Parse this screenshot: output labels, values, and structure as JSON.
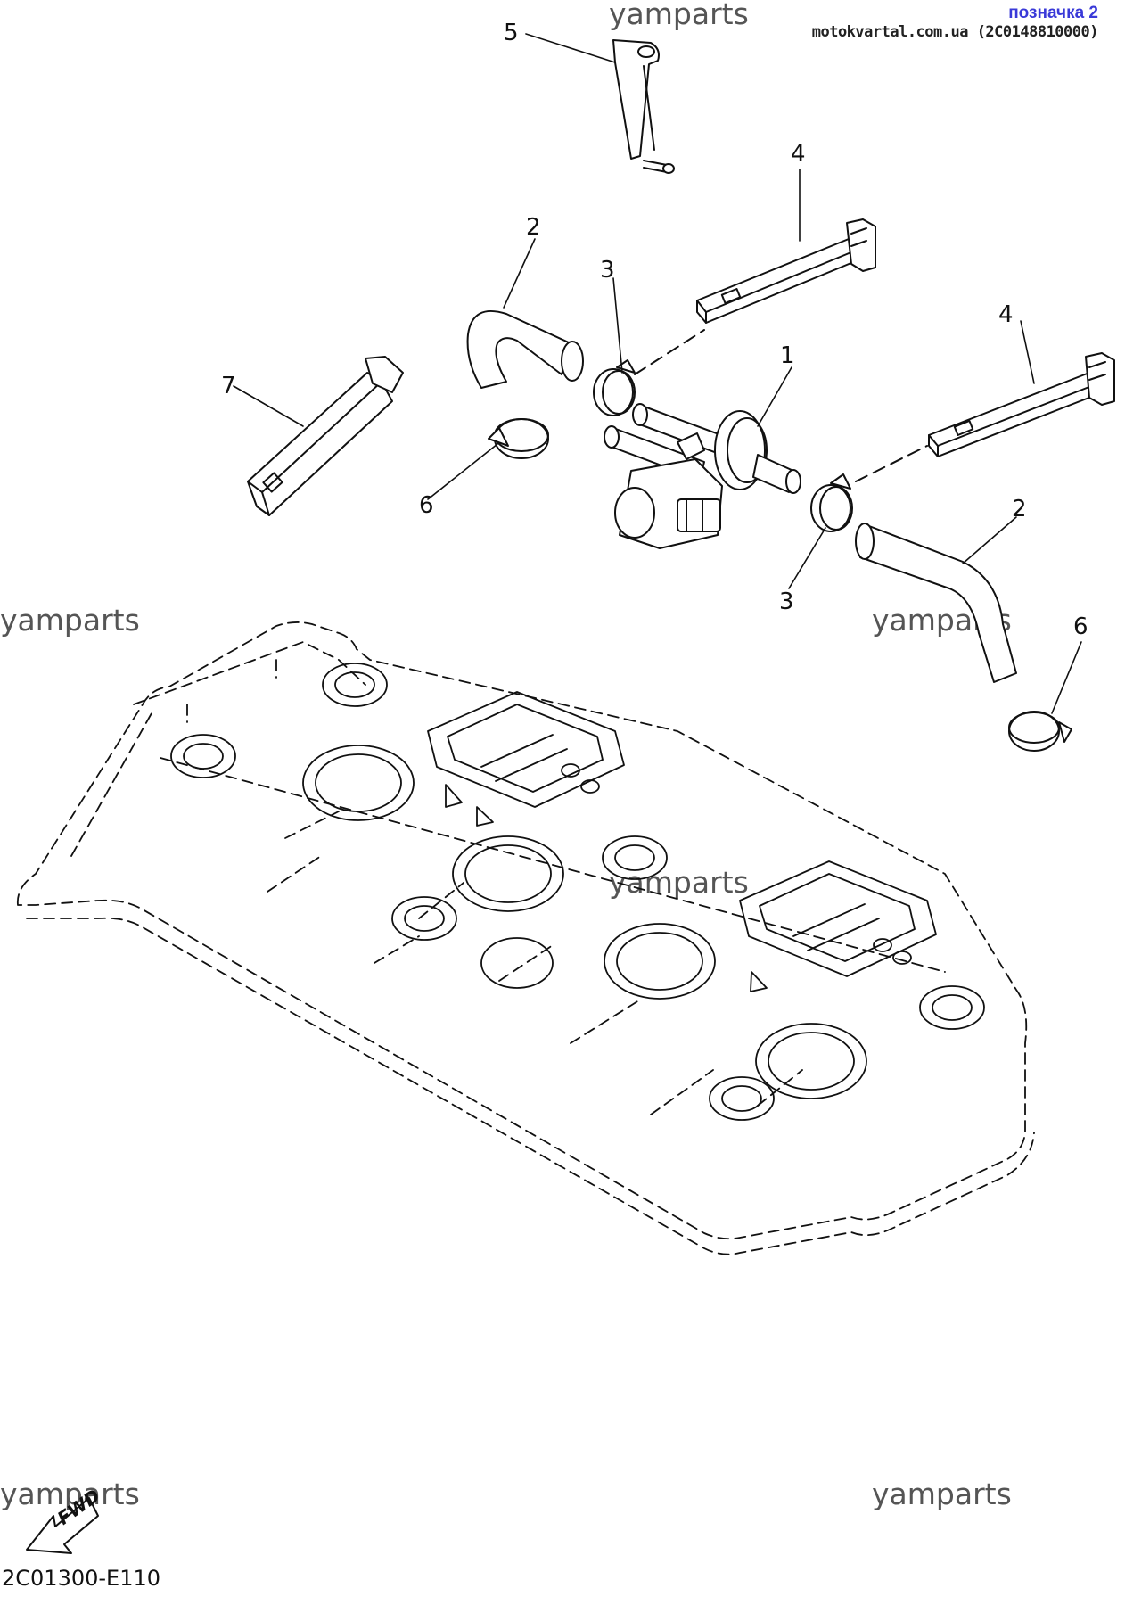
{
  "header": {
    "bookmark": "позначка 2",
    "source": "motokvartal.com.ua (2C0148810000)"
  },
  "watermarks": [
    "yamparts",
    "yamparts",
    "yamparts",
    "yamparts",
    "yamparts",
    "yamparts"
  ],
  "callouts": {
    "c5": "5",
    "c4a": "4",
    "c2a": "2",
    "c3a": "3",
    "c1": "1",
    "c7": "7",
    "c4b": "4",
    "c6a": "6",
    "c2b": "2",
    "c3b": "3",
    "c6b": "6"
  },
  "fwd_label": "FWD",
  "diagram_code": "2C01300-E110"
}
